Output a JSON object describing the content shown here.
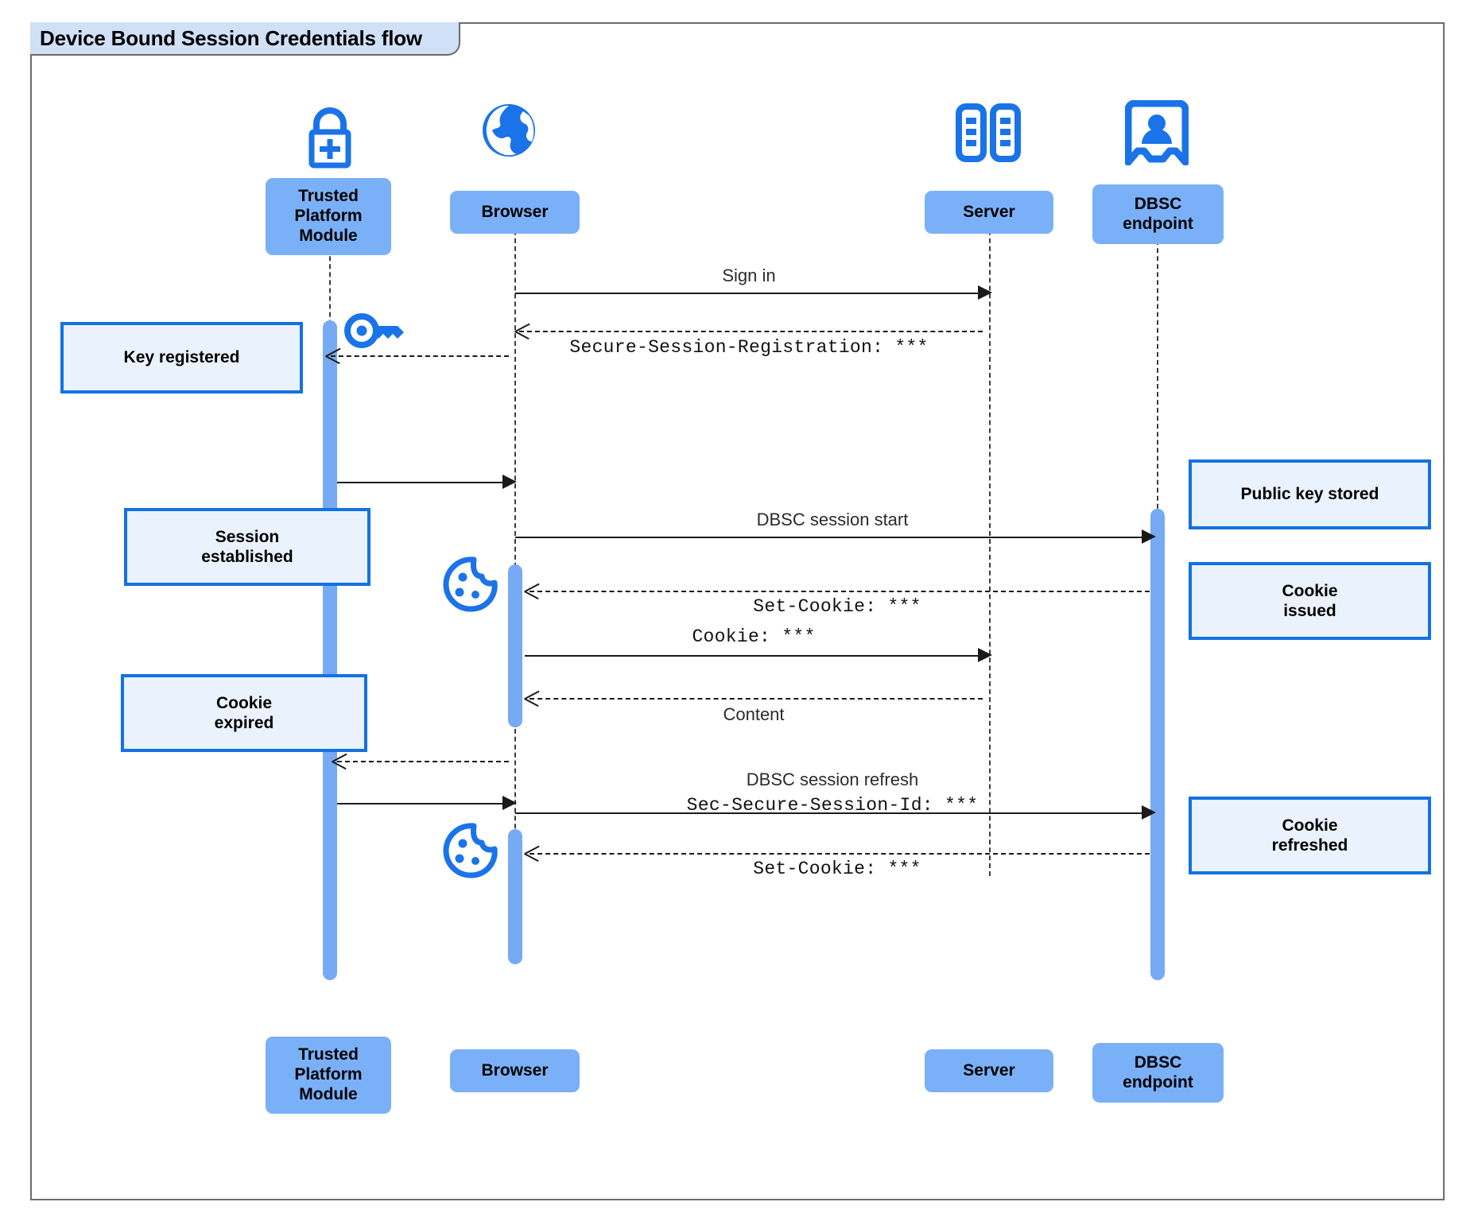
{
  "diagram": {
    "title": "Device Bound Session Credentials flow",
    "type": "sequence-diagram"
  },
  "colors": {
    "participant_fill": "#79b0f8",
    "activation_fill": "#76aaf5",
    "note_fill": "#eaf2fd",
    "note_border": "#1272e4",
    "icon_blue": "#1a73e8",
    "frame_border": "#6b6b6b",
    "frame_title_fill": "#cfe0f7",
    "line": "#1a1a1a"
  },
  "participants": [
    {
      "id": "tpm",
      "label": "Trusted\nPlatform\nModule",
      "label_line1": "Trusted",
      "label_line2": "Platform",
      "label_line3": "Module",
      "icon": "lock-plus-icon"
    },
    {
      "id": "browser",
      "label": "Browser",
      "icon": "globe-icon"
    },
    {
      "id": "server",
      "label": "Server",
      "icon": "server-racks-icon"
    },
    {
      "id": "dbsc",
      "label": "DBSC\nendpoint",
      "label_line1": "DBSC",
      "label_line2": "endpoint",
      "icon": "contact-card-icon"
    }
  ],
  "messages": [
    {
      "id": "m1",
      "label": "Sign in",
      "from": "browser",
      "to": "server",
      "style": "solid",
      "mono": false
    },
    {
      "id": "m2",
      "label": "Secure-Session-Registration: ***",
      "from": "server",
      "to": "browser",
      "style": "dashed",
      "mono": true
    },
    {
      "id": "m3",
      "label": "",
      "from": "tpm",
      "to": "browser",
      "style": "solid",
      "mono": false
    },
    {
      "id": "m4",
      "label": "DBSC session start",
      "from": "browser",
      "to": "dbsc",
      "style": "solid",
      "mono": false
    },
    {
      "id": "m5",
      "label": "Set-Cookie: ***",
      "from": "dbsc",
      "to": "browser",
      "style": "dashed",
      "mono": true
    },
    {
      "id": "m6",
      "label": "Cookie: ***",
      "from": "browser",
      "to": "server",
      "style": "solid",
      "mono": true
    },
    {
      "id": "m7",
      "label": "Content",
      "from": "server",
      "to": "browser",
      "style": "dashed",
      "mono": false
    },
    {
      "id": "m8",
      "label": "",
      "from": "browser",
      "to": "tpm",
      "style": "dashed",
      "mono": false
    },
    {
      "id": "m9",
      "label_line1": "DBSC session refresh",
      "label_line2": "Sec-Secure-Session-Id: ***",
      "from": "browser",
      "to": "dbsc",
      "style": "solid",
      "mono": false
    },
    {
      "id": "m10",
      "label": "Set-Cookie: ***",
      "from": "dbsc",
      "to": "browser",
      "style": "dashed",
      "mono": true
    }
  ],
  "notes": [
    {
      "id": "n1",
      "label": "Key registered",
      "side": "left",
      "anchor": "tpm"
    },
    {
      "id": "n2",
      "label_line1": "Session",
      "label_line2": "established",
      "side": "left",
      "anchor": "tpm"
    },
    {
      "id": "n3",
      "label_line1": "Cookie",
      "label_line2": "expired",
      "side": "left",
      "anchor": "tpm"
    },
    {
      "id": "n4",
      "label": "Public key stored",
      "side": "right",
      "anchor": "dbsc"
    },
    {
      "id": "n5",
      "label_line1": "Cookie",
      "label_line2": "issued",
      "side": "right",
      "anchor": "dbsc"
    },
    {
      "id": "n6",
      "label_line1": "Cookie",
      "label_line2": "refreshed",
      "side": "right",
      "anchor": "dbsc"
    }
  ],
  "inline_icons": [
    {
      "id": "key1",
      "name": "key-icon",
      "near": "tpm-activation"
    },
    {
      "id": "cookie1",
      "name": "cookie-icon",
      "near": "browser-activation-1"
    },
    {
      "id": "cookie2",
      "name": "cookie-icon",
      "near": "browser-activation-2"
    }
  ]
}
